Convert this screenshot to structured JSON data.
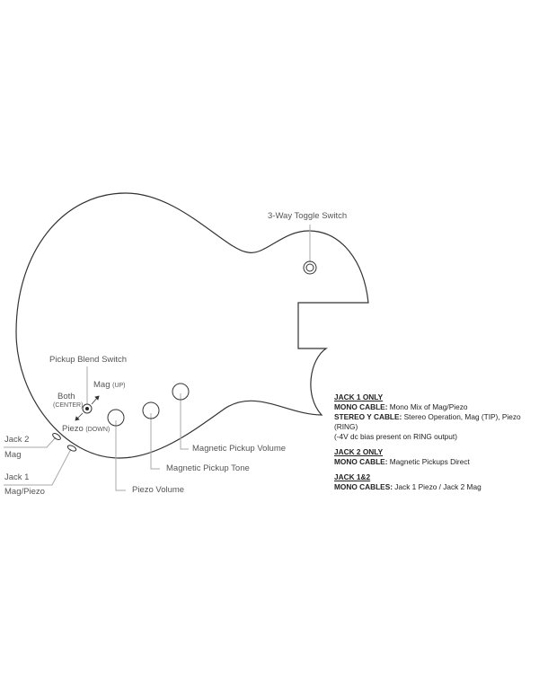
{
  "labels": {
    "toggle": "3-Way Toggle Switch",
    "blend": "Pickup Blend Switch",
    "mag": "Mag",
    "mag_pos": "(UP)",
    "both": "Both",
    "both_pos": "(CENTER)",
    "piezo": "Piezo",
    "piezo_pos": "(DOWN)",
    "jack2": "Jack 2",
    "jack2_sub": "Mag",
    "jack1": "Jack 1",
    "jack1_sub": "Mag/Piezo",
    "piezo_volume": "Piezo Volume",
    "mag_tone": "Magnetic Pickup Tone",
    "mag_volume": "Magnetic Pickup Volume"
  },
  "legend": [
    {
      "heading": "JACK 1 ONLY",
      "lines": [
        {
          "key": "MONO CABLE:",
          "text": " Mono Mix of Mag/Piezo"
        },
        {
          "key": "STEREO Y CABLE:",
          "text": " Stereo Operation, Mag (TIP), Piezo (RING)"
        },
        {
          "key": "",
          "text": "(-4V dc bias present on RING output)"
        }
      ]
    },
    {
      "heading": "JACK 2 ONLY",
      "lines": [
        {
          "key": "MONO CABLE:",
          "text": " Magnetic Pickups Direct"
        }
      ]
    },
    {
      "heading": "JACK 1&2",
      "lines": [
        {
          "key": "MONO CABLES:",
          "text": " Jack 1 Piezo / Jack 2 Mag"
        }
      ]
    }
  ]
}
